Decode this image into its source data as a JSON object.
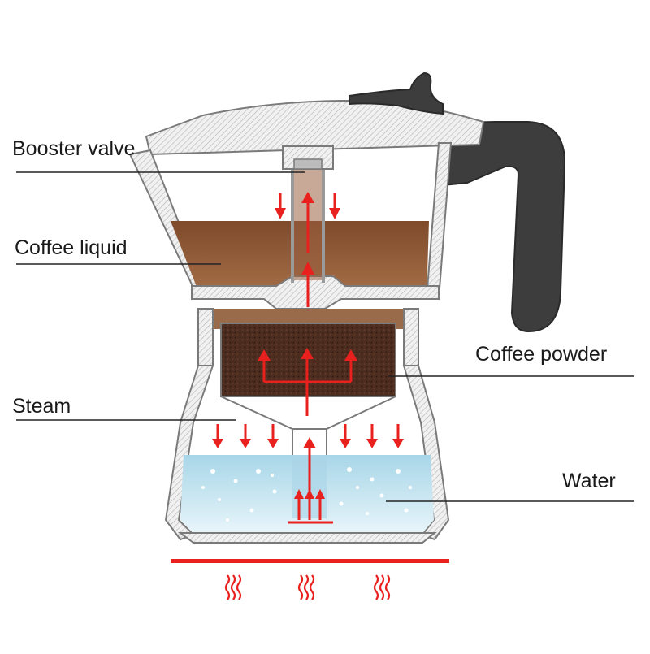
{
  "diagram": {
    "labels": {
      "booster_valve": "Booster valve",
      "coffee_liquid": "Coffee liquid",
      "coffee_powder": "Coffee powder",
      "steam": "Steam",
      "water": "Water"
    },
    "colors": {
      "arrow": "#e8201e",
      "coffee_liquid": "#8a5230",
      "coffee_powder": "#4a2c1e",
      "water": "#bfe2ee",
      "handle": "#3d3d3d",
      "body_stroke": "#7a7a7a",
      "heat": "#e8201e"
    },
    "icons": [
      "heat-wave-icon",
      "arrow-up-icon",
      "arrow-down-icon"
    ]
  }
}
